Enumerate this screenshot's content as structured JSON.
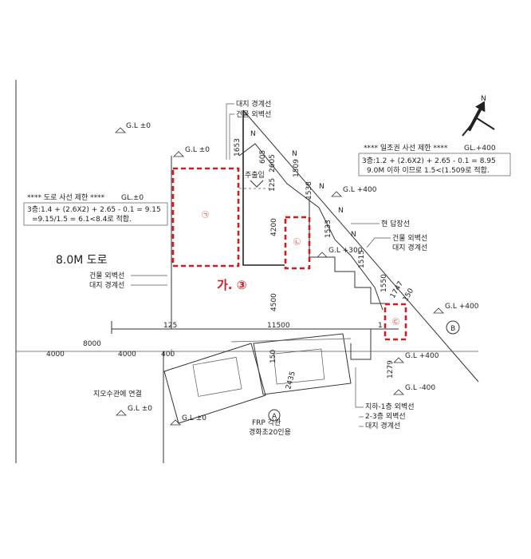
{
  "north_label": "N",
  "road": {
    "label": "8.0M 도로",
    "restriction_title": "**** 도로 사선 제한 ****",
    "restriction_gl": "GL.±0",
    "restriction_line1": "3층:1.4 + (2.6X2) + 2.65 - 0.1 = 9.15",
    "restriction_line2": "=9.15/1.5 = 6.1<8.4로 적합."
  },
  "sunlight": {
    "title": "**** 일조권 사선 제한 ****",
    "gl": "GL.+400",
    "line1": "3층:1.2 + (2.6X2) + 2.65 - 0.1 = 8.95",
    "line2": "9.0M 이하 이므로 1.5<(1.509로 적합."
  },
  "gl_labels": {
    "top_left": "G.L ±0",
    "upper_left": "G.L ±0",
    "right_400_top": "G.L +400",
    "right_300": "G.L +300",
    "right_400_mid": "G.L +400",
    "right_400_low": "G.L +400",
    "right_minus_400": "G.L -400",
    "bottom_left": "G.L ±0",
    "bottom_mid": "G.L ±0"
  },
  "callouts": {
    "boundary_top": "대지 경계선",
    "wall_top": "건물 외벽선",
    "penthouse": "현 답장선",
    "wall_right": "건물 외벽선",
    "boundary_right": "대지 경계선",
    "wall_left": "건물 외벽선",
    "boundary_left": "대지 경계선",
    "sewer": "지오수관에 연결",
    "frp": "FRP 각관",
    "frp2": "경화초20인용",
    "basement_wall": "지하-1층 외벽선",
    "floors_wall": "2-3층 외벽선",
    "site_boundary": "대지 경계선",
    "entrance": "주출입"
  },
  "markers": {
    "a": "㉠",
    "b": "㉡",
    "c": "㉢",
    "main": "가. ③",
    "point_b": "B",
    "point_a": "A",
    "n": "N"
  },
  "dimensions": {
    "d1653": "1653",
    "d605": "605",
    "d2605": "2605",
    "d1509": "1509",
    "d1538": "1538",
    "d1533": "1533",
    "d1515": "1515",
    "d1550": "1550",
    "d1747": "1747",
    "d150": "150",
    "d125a": "125",
    "d4200": "4200",
    "d4500": "4500",
    "d125b": "125",
    "d11500": "11500",
    "d1": "1",
    "d8000": "8000",
    "d4000a": "4000",
    "d4000b": "4000",
    "d400": "400",
    "d2435": "2435",
    "d150b": "150",
    "d1279": "1279"
  }
}
